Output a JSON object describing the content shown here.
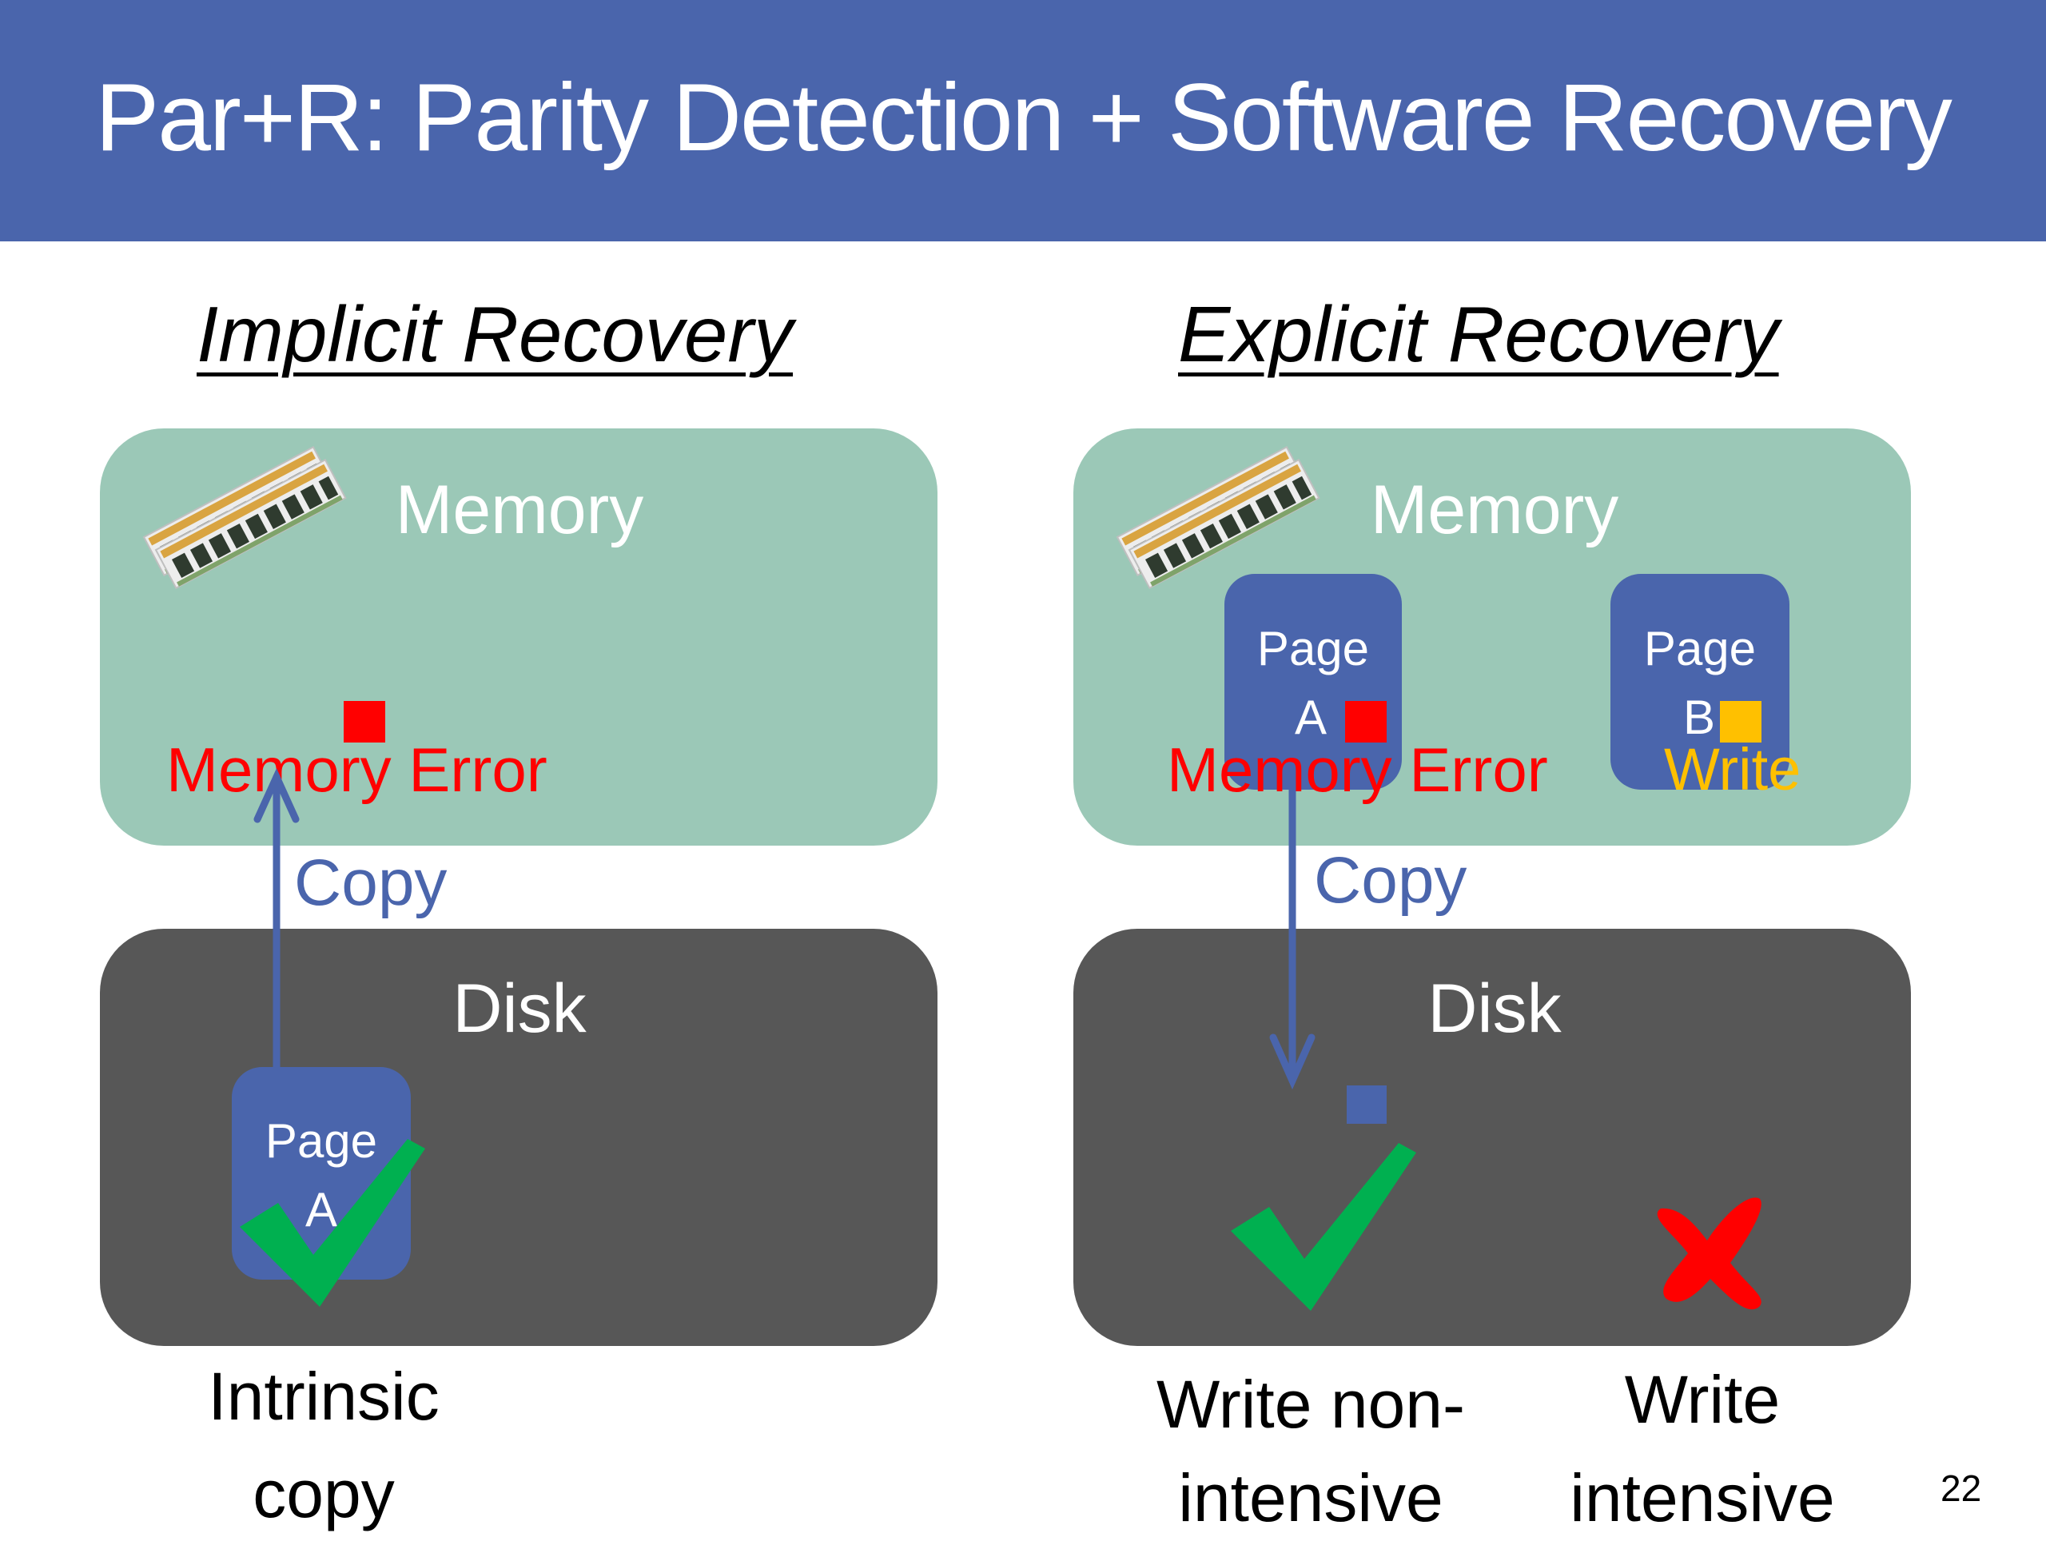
{
  "slide": {
    "title": "Par+R: Parity Detection + Software Recovery",
    "page_number": "22"
  },
  "implicit": {
    "heading": "Implicit Recovery",
    "memory_label": "Memory",
    "disk_label": "Disk",
    "error_label": "Memory Error",
    "copy_label": "Copy",
    "page_line1": "Page",
    "page_line2": "A",
    "caption_line1": "Intrinsic",
    "caption_line2": "copy"
  },
  "explicit": {
    "heading": "Explicit Recovery",
    "memory_label": "Memory",
    "disk_label": "Disk",
    "error_label": "Memory Error",
    "write_label": "Write",
    "copy_label": "Copy",
    "page_a_line1": "Page",
    "page_a_line2": "A",
    "page_b_line1": "Page",
    "page_b_line2": "B",
    "caption_left_line1": "Write non-",
    "caption_left_line2": "intensive",
    "caption_right_line1": "Write",
    "caption_right_line2": "intensive"
  },
  "colors": {
    "title_bar": "#4A65AC",
    "memory_fill": "#9BC8B7",
    "disk_fill": "#575757",
    "page_fill": "#4A65AC",
    "error": "#FF0000",
    "write": "#FFC000",
    "check": "#00B050",
    "cross": "#FF0000"
  },
  "icons": [
    "memory-module-icon",
    "check-mark-icon",
    "cross-mark-icon",
    "arrow-up-icon",
    "arrow-down-icon"
  ]
}
